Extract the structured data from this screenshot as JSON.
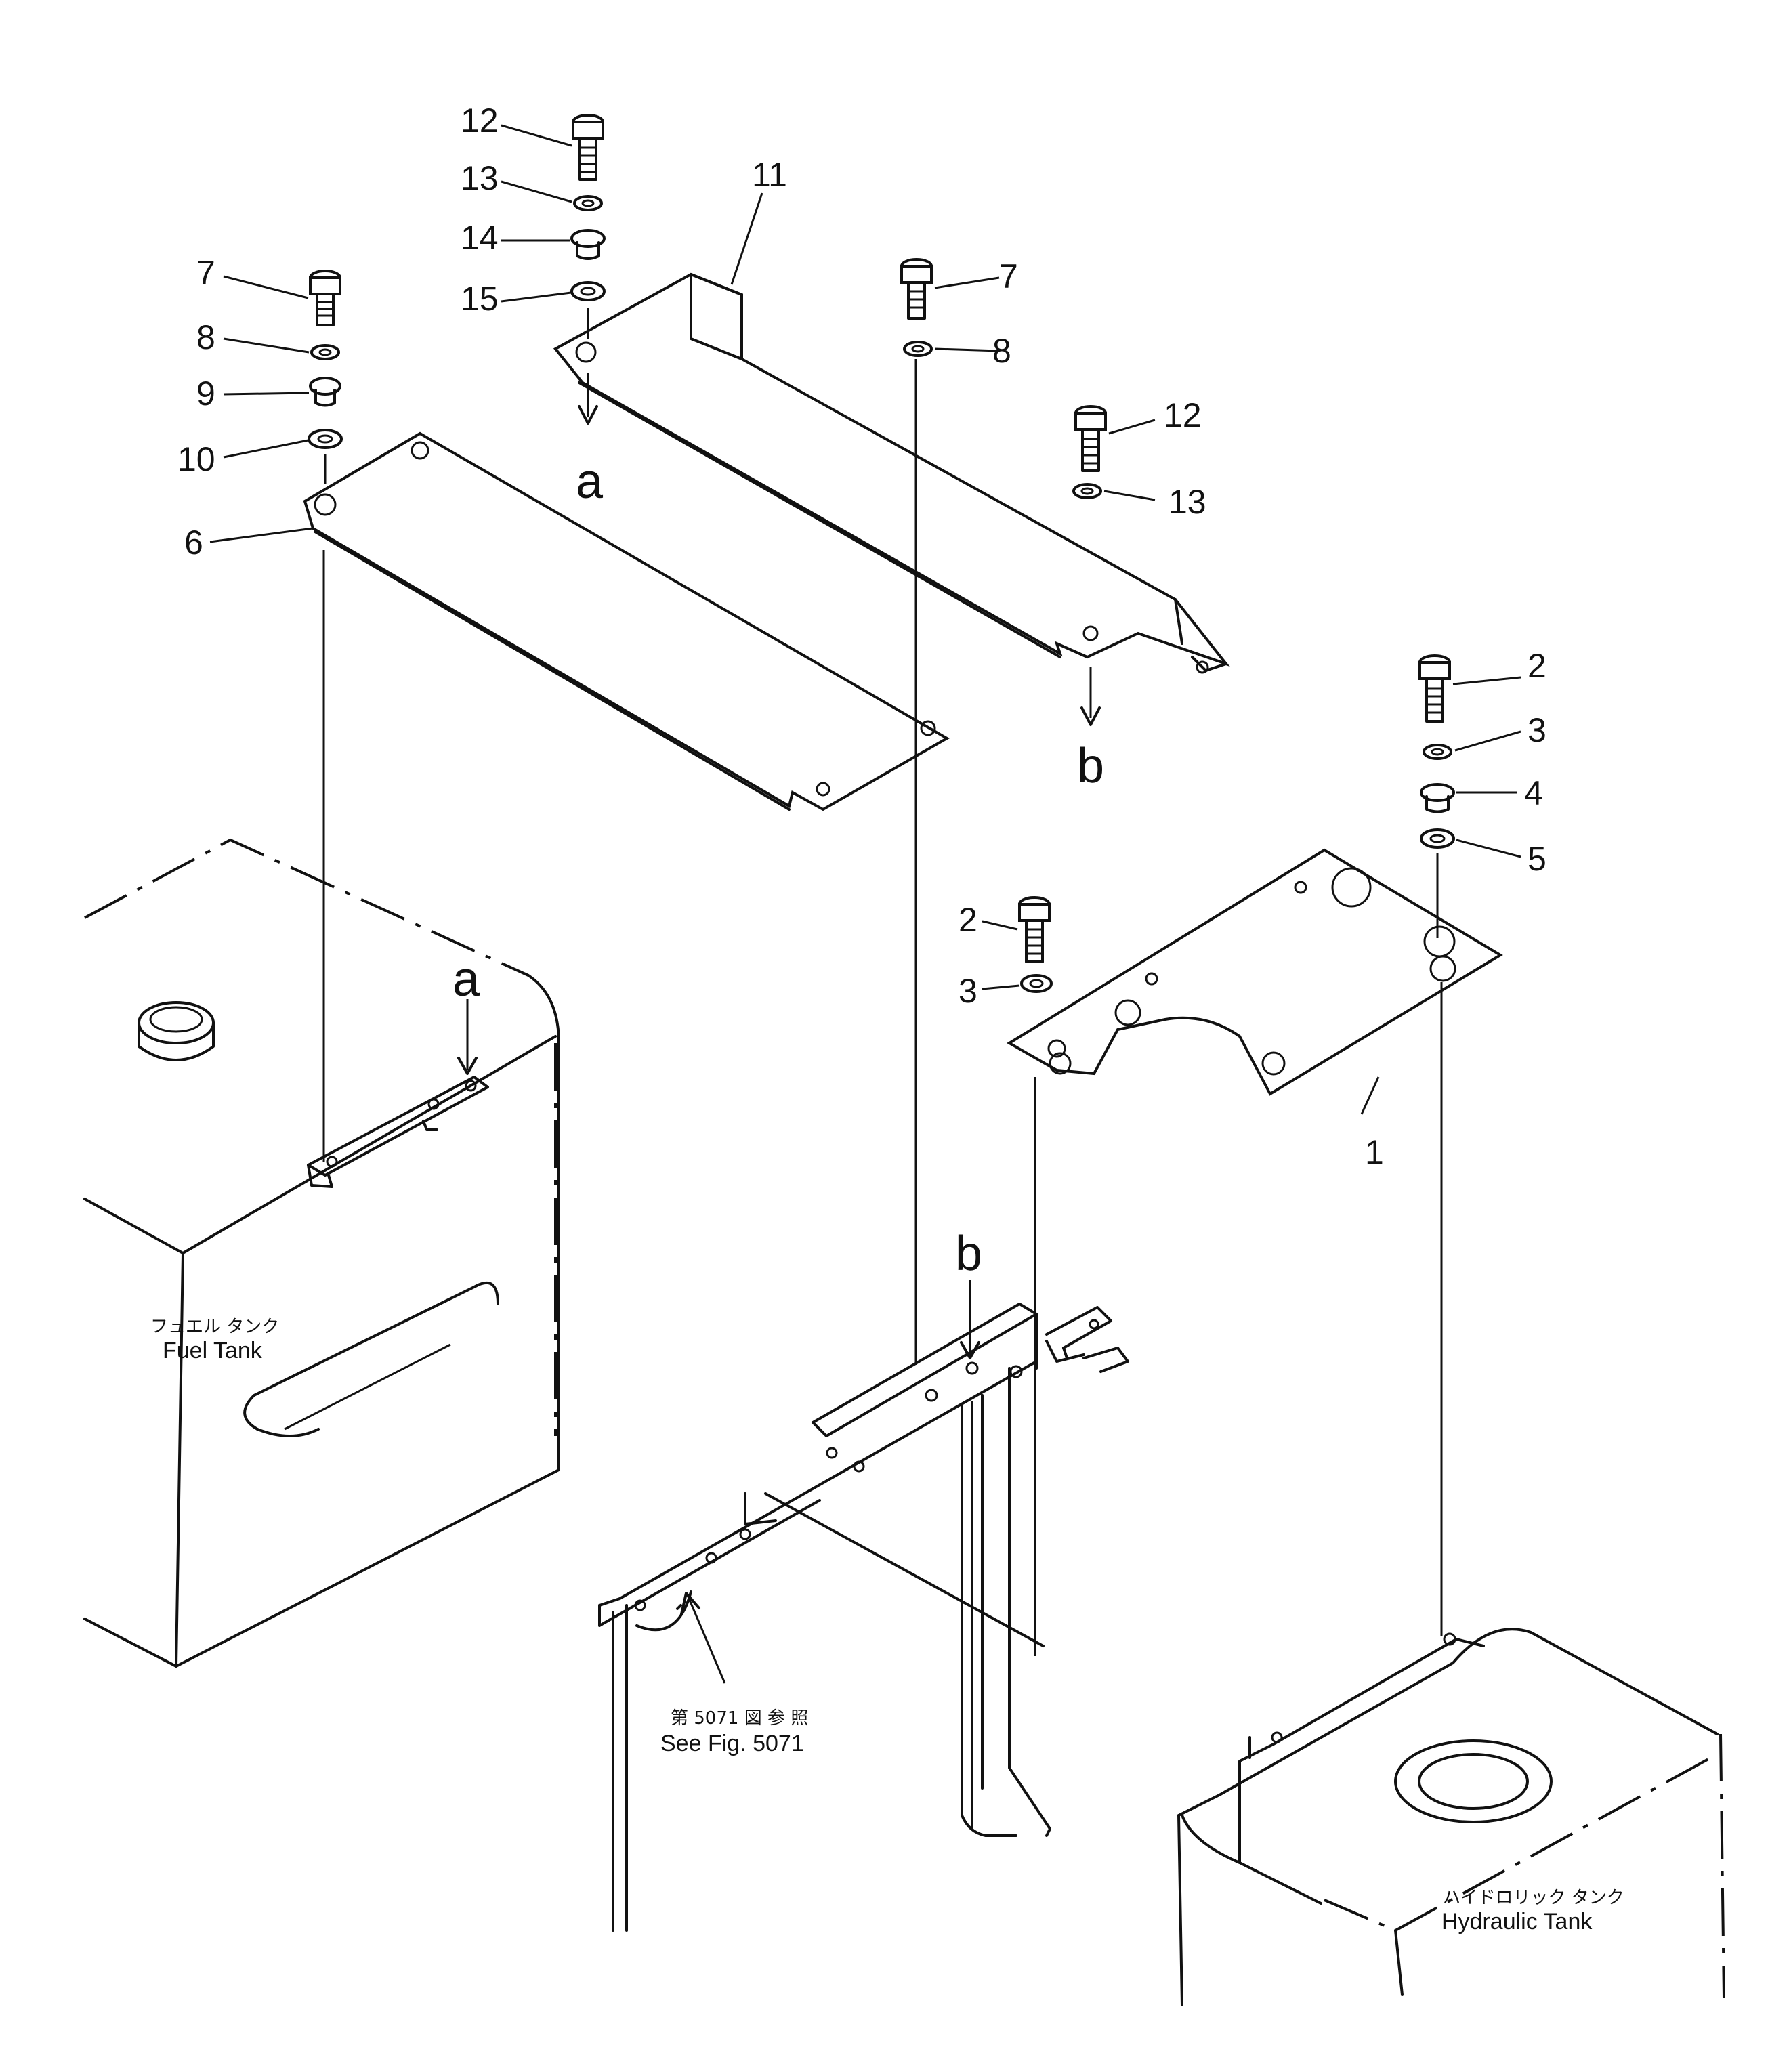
{
  "callouts": {
    "p1": "1",
    "p2a": "2",
    "p2b": "2",
    "p3a": "3",
    "p3b": "3",
    "p4": "4",
    "p5": "5",
    "p6": "6",
    "p7a": "7",
    "p7b": "7",
    "p8a": "8",
    "p8b": "8",
    "p9": "9",
    "p10": "10",
    "p11": "11",
    "p12a": "12",
    "p12b": "12",
    "p13a": "13",
    "p13b": "13",
    "p14": "14",
    "p15": "15"
  },
  "markers": {
    "a_top": "a",
    "a_tank": "a",
    "b_top": "b",
    "b_frame": "b"
  },
  "labels": {
    "fuel_tank_jp": "フュエル タンク",
    "fuel_tank_en": "Fuel Tank",
    "see_fig_jp": "第 5071 図 参 照",
    "see_fig_en": "See Fig. 5071",
    "hyd_tank_jp": "ハイドロリック タンク",
    "hyd_tank_en": "Hydraulic Tank"
  }
}
